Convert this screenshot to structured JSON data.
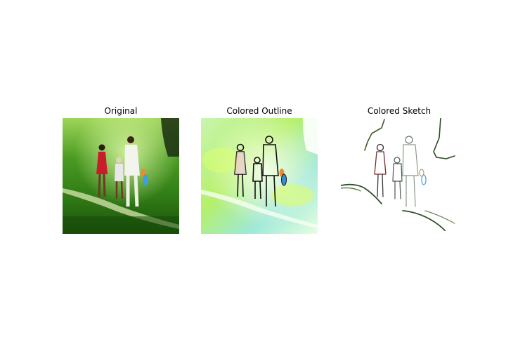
{
  "figure": {
    "panels": [
      {
        "title": "Original"
      },
      {
        "title": "Colored Outline"
      },
      {
        "title": "Colored Sketch"
      }
    ]
  },
  "colors": {
    "background": "#ffffff",
    "grass_dark": "#1f5a12",
    "grass_light": "#8fd94a",
    "dress_red": "#c81e2a",
    "bag_blue": "#3aa0e0",
    "outline_bg": "#e8ffd8",
    "sketch_line": "#2f4f2a"
  }
}
